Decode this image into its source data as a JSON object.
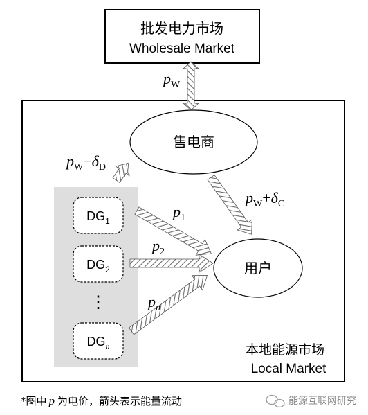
{
  "wholesale_market": {
    "title_cn": "批发电力市场",
    "title_en": "Wholesale Market"
  },
  "local_market": {
    "title_cn": "本地能源市场",
    "title_en": "Local Market"
  },
  "retailer": {
    "label": "售电商"
  },
  "consumer": {
    "label": "用户"
  },
  "dg_units": [
    {
      "base": "DG",
      "sub": "1"
    },
    {
      "base": "DG",
      "sub": "2"
    },
    {
      "base": "DG",
      "sub": "n"
    }
  ],
  "ellipsis": "⋮",
  "prices": {
    "wholesale": {
      "p": "p",
      "sub": "W"
    },
    "dg_to_retailer": {
      "p": "p",
      "sub": "W",
      "op": "−",
      "delta": "δ",
      "delta_sub": "D"
    },
    "retailer_to_consumer": {
      "p": "p",
      "sub": "W",
      "op": "+",
      "delta": "δ",
      "delta_sub": "C"
    },
    "dg1": {
      "p": "p",
      "sub": "1"
    },
    "dg2": {
      "p": "p",
      "sub": "2"
    },
    "dgn": {
      "p": "p",
      "sub": "n"
    }
  },
  "footnote": {
    "pre": "*图中",
    "p": "p",
    "post": "为电价，箭头表示能量流动"
  },
  "watermark": {
    "text": "能源互联网研究"
  }
}
